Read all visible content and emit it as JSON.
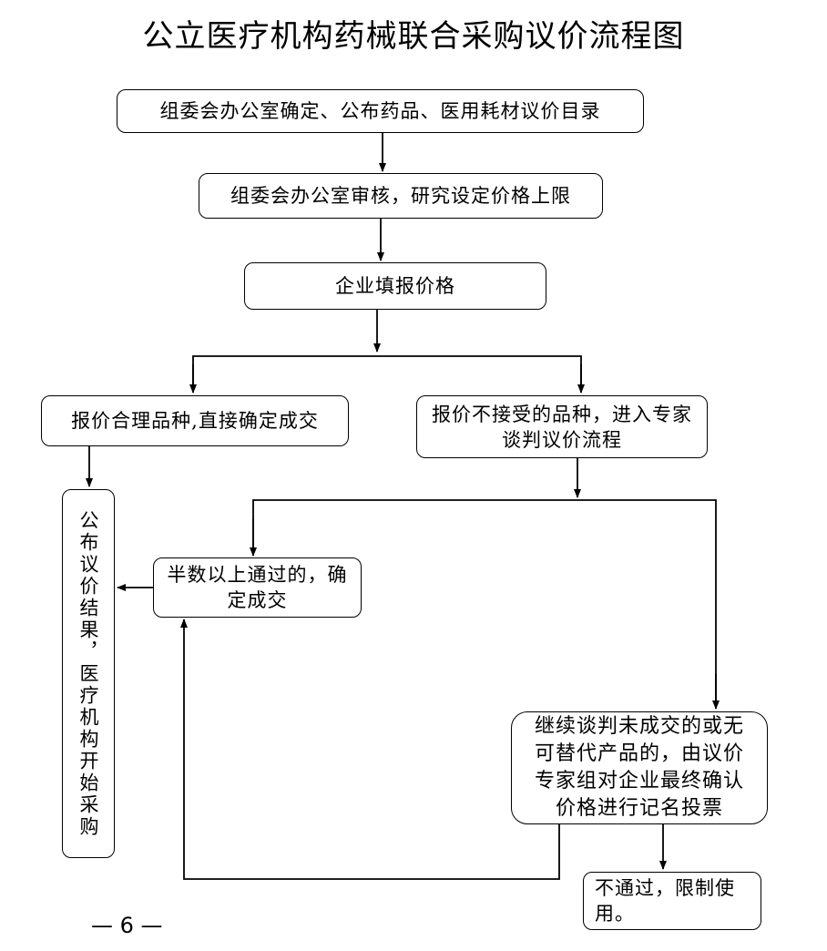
{
  "title": "公立医疗机构药械联合采购议价流程图",
  "nodes": {
    "catalog": "组委会办公室确定、公布药品、医用耗材议价目录",
    "review": "组委会办公室审核，研究设定价格上限",
    "quote": "企业填报价格",
    "accepted": "报价合理品种,直接确定成交",
    "rejected": "报价不接受的品种，进入专家谈判议价流程",
    "majority": "半数以上通过的，确定成交",
    "publish": "公布议价结果，医疗机构开始采购",
    "vote": "继续谈判未成交的或无可替代产品的，由议价专家组对企业最终确认价格进行记名投票",
    "fail": "不通过，限制使用。"
  },
  "page_number": "— 6 —"
}
